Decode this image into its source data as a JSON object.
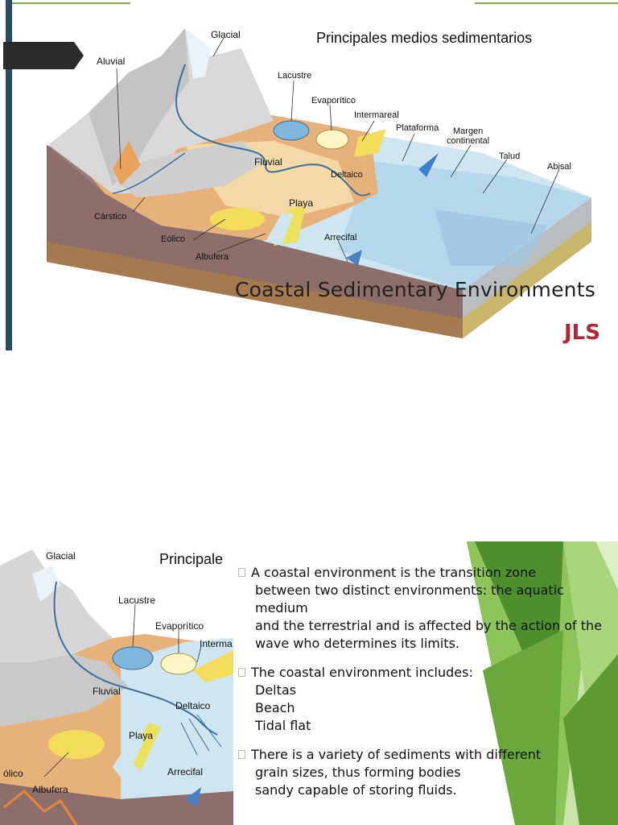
{
  "slide1": {
    "diagram_title": "Principales medios sedimentarios",
    "labels": {
      "glacial": "Glacial",
      "aluvial": "Aluvial",
      "lacustre": "Lacustre",
      "evaporitico": "Evaporítico",
      "intermareal": "Intermareal",
      "plataforma": "Plataforma",
      "margen": "Margen",
      "continental": "continental",
      "talud": "Talud",
      "abisal": "Abisal",
      "fluvial": "Fluvial",
      "deltaico": "Deltaico",
      "carstico": "Cárstico",
      "playa": "Playa",
      "eolico": "Eólico",
      "arrecifal": "Arrecifal",
      "albufera": "Albufera"
    },
    "title": "Coastal Sedimentary Environments",
    "watermark": "JLS"
  },
  "slide2": {
    "diagram_title_crop": "Principale",
    "labels": {
      "glacial": "Glacial",
      "lacustre": "Lacustre",
      "evaporitico": "Evaporítico",
      "intermareal_crop": "Interma",
      "fluvial": "Fluvial",
      "deltaico": "Deltaico",
      "playa": "Playa",
      "eolico_crop": "ólico",
      "arrecifal": "Arrecifal",
      "albufera": "Albufera"
    },
    "bullets": [
      {
        "lines": [
          "A coastal environment is the transition zone",
          "between two distinct environments: the aquatic medium",
          "and the terrestrial and is affected by the action of the",
          "wave who determines its limits."
        ]
      },
      {
        "lines": [
          "The coastal environment includes:",
          "Deltas",
          "Beach",
          "Tidal flat"
        ]
      },
      {
        "lines": [
          "There is a variety of sediments with different",
          "grain sizes, thus forming bodies",
          "sandy capable of storing fluids."
        ]
      }
    ]
  },
  "colors": {
    "accent_green": "#7cb73a",
    "dark_green": "#4e8f2c",
    "light_green": "#a9d47a",
    "title_bar": "#2b2b2b",
    "side_line": "#294a63",
    "watermark": "#b3262f"
  }
}
